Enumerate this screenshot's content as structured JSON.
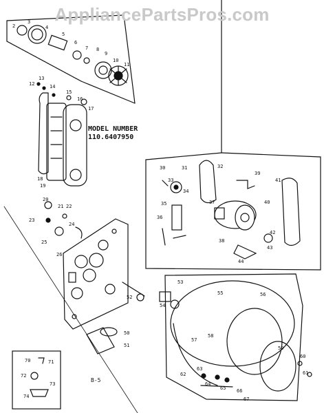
{
  "watermark": "AppliancePartsPros.com",
  "model": {
    "heading": "MODEL NUMBER",
    "number": "110.6407950"
  },
  "footer_note": "B-5",
  "colors": {
    "ink": "#111111",
    "watermark": "#c9c9c9",
    "background": "#ffffff"
  },
  "callouts": {
    "top_left": [
      "2",
      "3",
      "4",
      "5",
      "6",
      "7",
      "8",
      "9",
      "10",
      "11"
    ],
    "upper_left": [
      "12",
      "13",
      "14",
      "15",
      "16",
      "17",
      "18",
      "19"
    ],
    "mid_left": [
      "20",
      "21",
      "22",
      "23",
      "24",
      "25",
      "26"
    ],
    "right_box": [
      "30",
      "31",
      "32",
      "33",
      "34",
      "35",
      "36",
      "37",
      "38",
      "39",
      "40",
      "41",
      "42",
      "43",
      "44"
    ],
    "lower_right": [
      "50",
      "51",
      "52",
      "53",
      "54",
      "55",
      "56",
      "57",
      "58",
      "59",
      "60",
      "61",
      "62",
      "63",
      "64",
      "65",
      "66",
      "67"
    ],
    "bottom_left": [
      "70",
      "71",
      "72",
      "73",
      "74"
    ]
  }
}
